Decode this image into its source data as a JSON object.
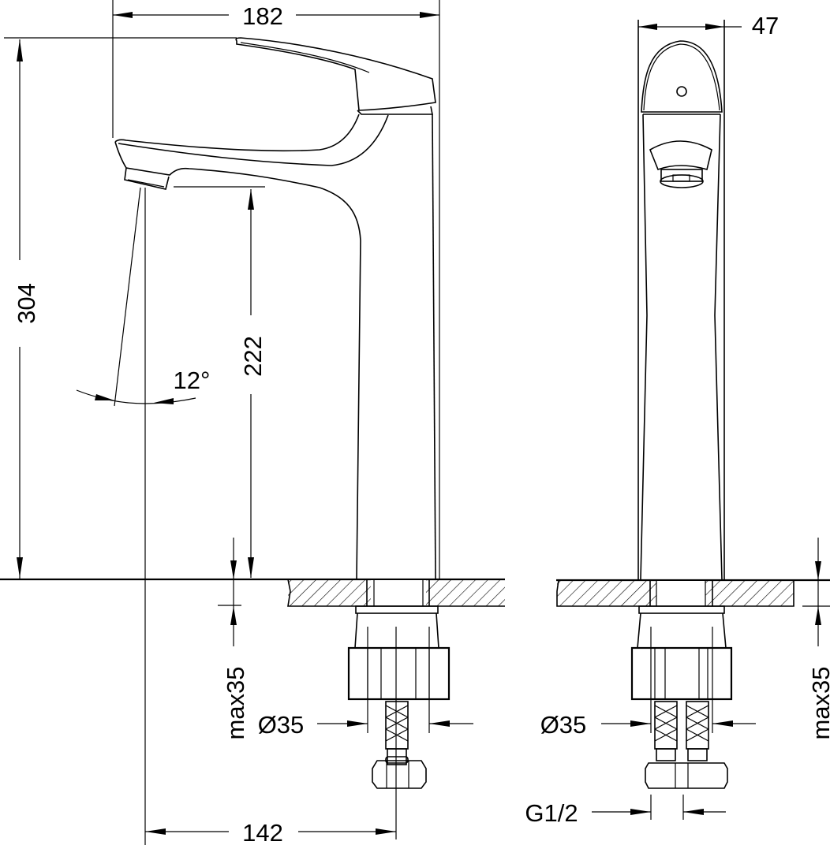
{
  "drawing": {
    "title": "Basin mixer tap — dimensional drawing",
    "units": "mm",
    "colors": {
      "line": "#000000",
      "background": "#ffffff"
    },
    "views": [
      {
        "name": "side-view"
      },
      {
        "name": "front-view"
      }
    ],
    "dimensions": {
      "overall_width": "182",
      "overall_height": "304",
      "spout_height": "222",
      "spout_angle": "12°",
      "spout_reach": "142",
      "body_width": "47",
      "max_deck_thickness_left": "max35",
      "max_deck_thickness_right": "max35",
      "mount_hole_diameter_left": "Ø35",
      "mount_hole_diameter_right": "Ø35",
      "connection_thread": "G1/2"
    }
  }
}
